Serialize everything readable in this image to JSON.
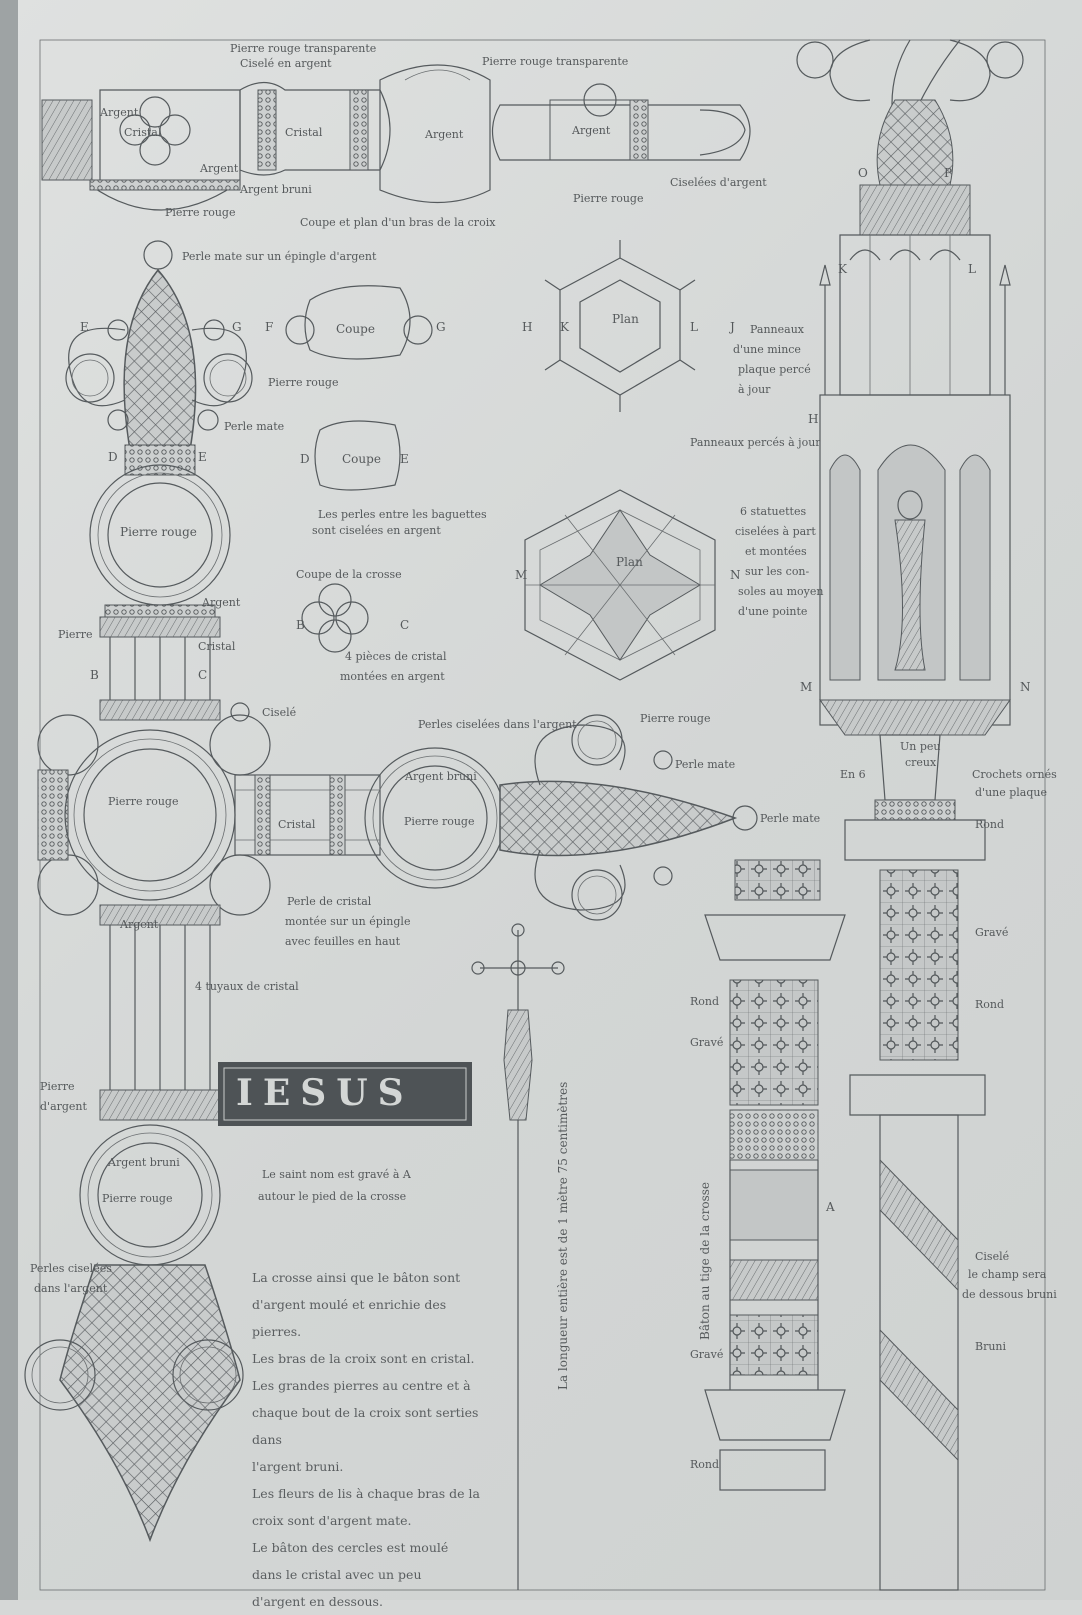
{
  "labels": {
    "pierre_rouge_transparente_1": "Pierre rouge transparente",
    "cisele_en_argent": "Ciselé en argent",
    "pierre_rouge_transparente_2": "Pierre rouge transparente",
    "argent_1": "Argent",
    "cristal_1": "Cristal",
    "argent_2": "Argent",
    "argent_bruni_1": "Argent bruni",
    "pierre_rouge_1": "Pierre rouge",
    "cristal_2": "Cristal",
    "argent_3": "Argent",
    "argent_4": "Argent",
    "pierre_rouge_2": "Pierre rouge",
    "ciselees_argent": "Ciselées d'argent",
    "coupe_plan_bras": "Coupe et plan d'un bras de la croix",
    "perle_mate_epingle": "Perle mate sur un épingle d'argent",
    "E": "E",
    "G": "G",
    "F": "F",
    "coupe_1": "Coupe",
    "G2": "G",
    "pierre_rouge_3": "Pierre rouge",
    "perle_mate_1": "Perle mate",
    "H": "H",
    "K": "K",
    "plan_1": "Plan",
    "L": "L",
    "J": "J",
    "panneaux_1": "Panneaux",
    "panneaux_2": "d'une mince",
    "panneaux_3": "plaque percé",
    "panneaux_4": "à jour",
    "D": "D",
    "E2": "E",
    "coupe_2": "Coupe",
    "D2": "D",
    "E3": "E",
    "perles_baguettes_1": "Les perles entre les baguettes",
    "perles_baguettes_2": "sont ciselées en argent",
    "pierre_rouge_4": "Pierre rouge",
    "coupe_crosse": "Coupe de la crosse",
    "B": "B",
    "C": "C",
    "pieces_cristal_1": "4 pièces de cristal",
    "pieces_cristal_2": "montées en argent",
    "argent_5": "Argent",
    "pierre_bar": "Pierre",
    "cristal_3": "Cristal",
    "B2": "B",
    "C2": "C",
    "M": "M",
    "plan_2": "Plan",
    "N": "N",
    "statuettes_1": "6 statuettes",
    "statuettes_2": "ciselées à part",
    "statuettes_3": "et montées",
    "statuettes_4": "sur les con-",
    "statuettes_5": "soles au moyen",
    "statuettes_6": "d'une pointe",
    "P": "P",
    "O": "O",
    "K2": "K",
    "L2": "L",
    "H2": "H",
    "panneaux_percees": "Panneaux percés à jour",
    "M2": "M",
    "N2": "N",
    "cisele": "Ciselé",
    "perles_ciselees": "Perles ciselées dans l'argent",
    "pierre_rouge_5": "Pierre rouge",
    "perle_mate_2": "Perle mate",
    "perle_mate_3": "Perle mate",
    "pierre_rouge_6": "Pierre rouge",
    "cristal_4": "Cristal",
    "argent_bruni_2": "Argent bruni",
    "pierre_rouge_7": "Pierre rouge",
    "argent_6": "Argent",
    "perle_cristal_1": "Perle de cristal",
    "perle_cristal_2": "montée sur un épingle",
    "perle_cristal_3": "avec feuilles en haut",
    "tuyaux": "4 tuyaux de cristal",
    "un_peu": "Un peu",
    "creux": "creux",
    "en_6": "En 6",
    "crochets_1": "Crochets ornés",
    "crochets_2": "d'une plaque",
    "rond_1": "Rond",
    "grave_1": "Gravé",
    "rond_2": "Rond",
    "rond_3": "Rond",
    "grave_2": "Gravé",
    "pierre_argent_1": "Pierre",
    "pierre_argent_2": "d'argent",
    "jesus": "IESUS",
    "saint_nom_1": "Le saint nom est gravé à A",
    "saint_nom_2": "autour le pied de la crosse",
    "argent_bruni_3": "Argent bruni",
    "pierre_rouge_8": "Pierre rouge",
    "perles_ciselees_2a": "Perles ciselées",
    "perles_ciselees_2b": "dans l'argent",
    "baton_vertical": "Bâton au tige de la crosse",
    "longueur_vertical": "La longueur entière est de 1 mètre 75 centimètres",
    "A": "A",
    "grave_3": "Gravé",
    "rond_4": "Rond",
    "cisele_champ_1": "Ciselé",
    "cisele_champ_2": "le champ sera",
    "cisele_champ_3": "de dessous bruni",
    "bruni": "Bruni"
  },
  "paragraph": [
    "La crosse ainsi que le bâton sont",
    "d'argent moulé et enrichie des pierres.",
    "Les bras de la croix sont en cristal.",
    "Les grandes pierres au centre et à",
    "chaque bout de la croix sont serties dans",
    "l'argent bruni.",
    "Les fleurs de lis à chaque bras de la",
    "croix sont d'argent mate.",
    "Le bâton des cercles est moulé",
    "dans le cristal avec un peu",
    "d'argent en dessous."
  ],
  "colors": {
    "ink": "#55595b",
    "paper": "#d6d8d7"
  }
}
